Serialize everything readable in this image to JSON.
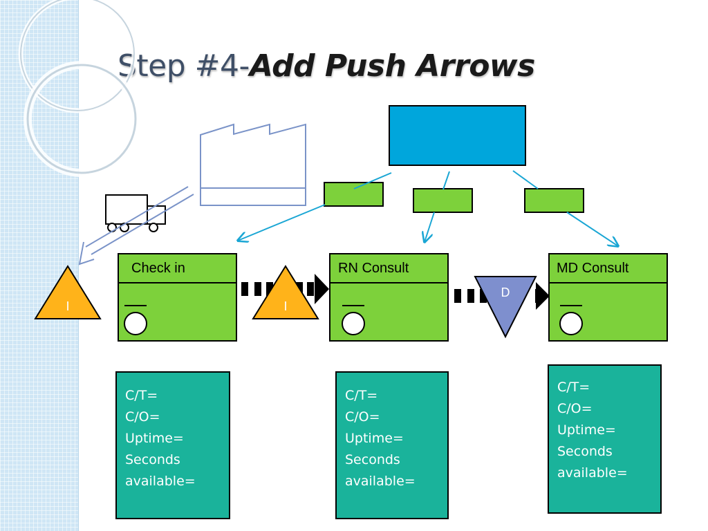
{
  "slide": {
    "title_prefix": "Step #4-",
    "title_emphasis": "Add Push Arrows"
  },
  "processes": [
    {
      "id": "check-in",
      "label": "Check in"
    },
    {
      "id": "rn-consult",
      "label": "RN Consult"
    },
    {
      "id": "md-consult",
      "label": "MD Consult"
    }
  ],
  "inventory_triangles": [
    {
      "label": "I"
    },
    {
      "label": "I"
    }
  ],
  "delay_triangle": {
    "label": "D"
  },
  "data_boxes": [
    {
      "lines": [
        "C/T=",
        "C/O=",
        "Uptime=",
        "Seconds",
        "available="
      ]
    },
    {
      "lines": [
        "C/T=",
        "C/O=",
        "Uptime=",
        "Seconds",
        "available="
      ]
    },
    {
      "lines": [
        "C/T=",
        "C/O=",
        "Uptime=",
        "Seconds",
        "available="
      ]
    }
  ],
  "colors": {
    "process_fill": "#7dd13b",
    "inventory_fill": "#ffb31a",
    "delay_fill": "#7e8fce",
    "data_box_fill": "#1ab39b",
    "control_box_fill": "#00a6dc",
    "info_arrow": "#1aa6d4",
    "supplier_outline": "#7a93c8"
  }
}
